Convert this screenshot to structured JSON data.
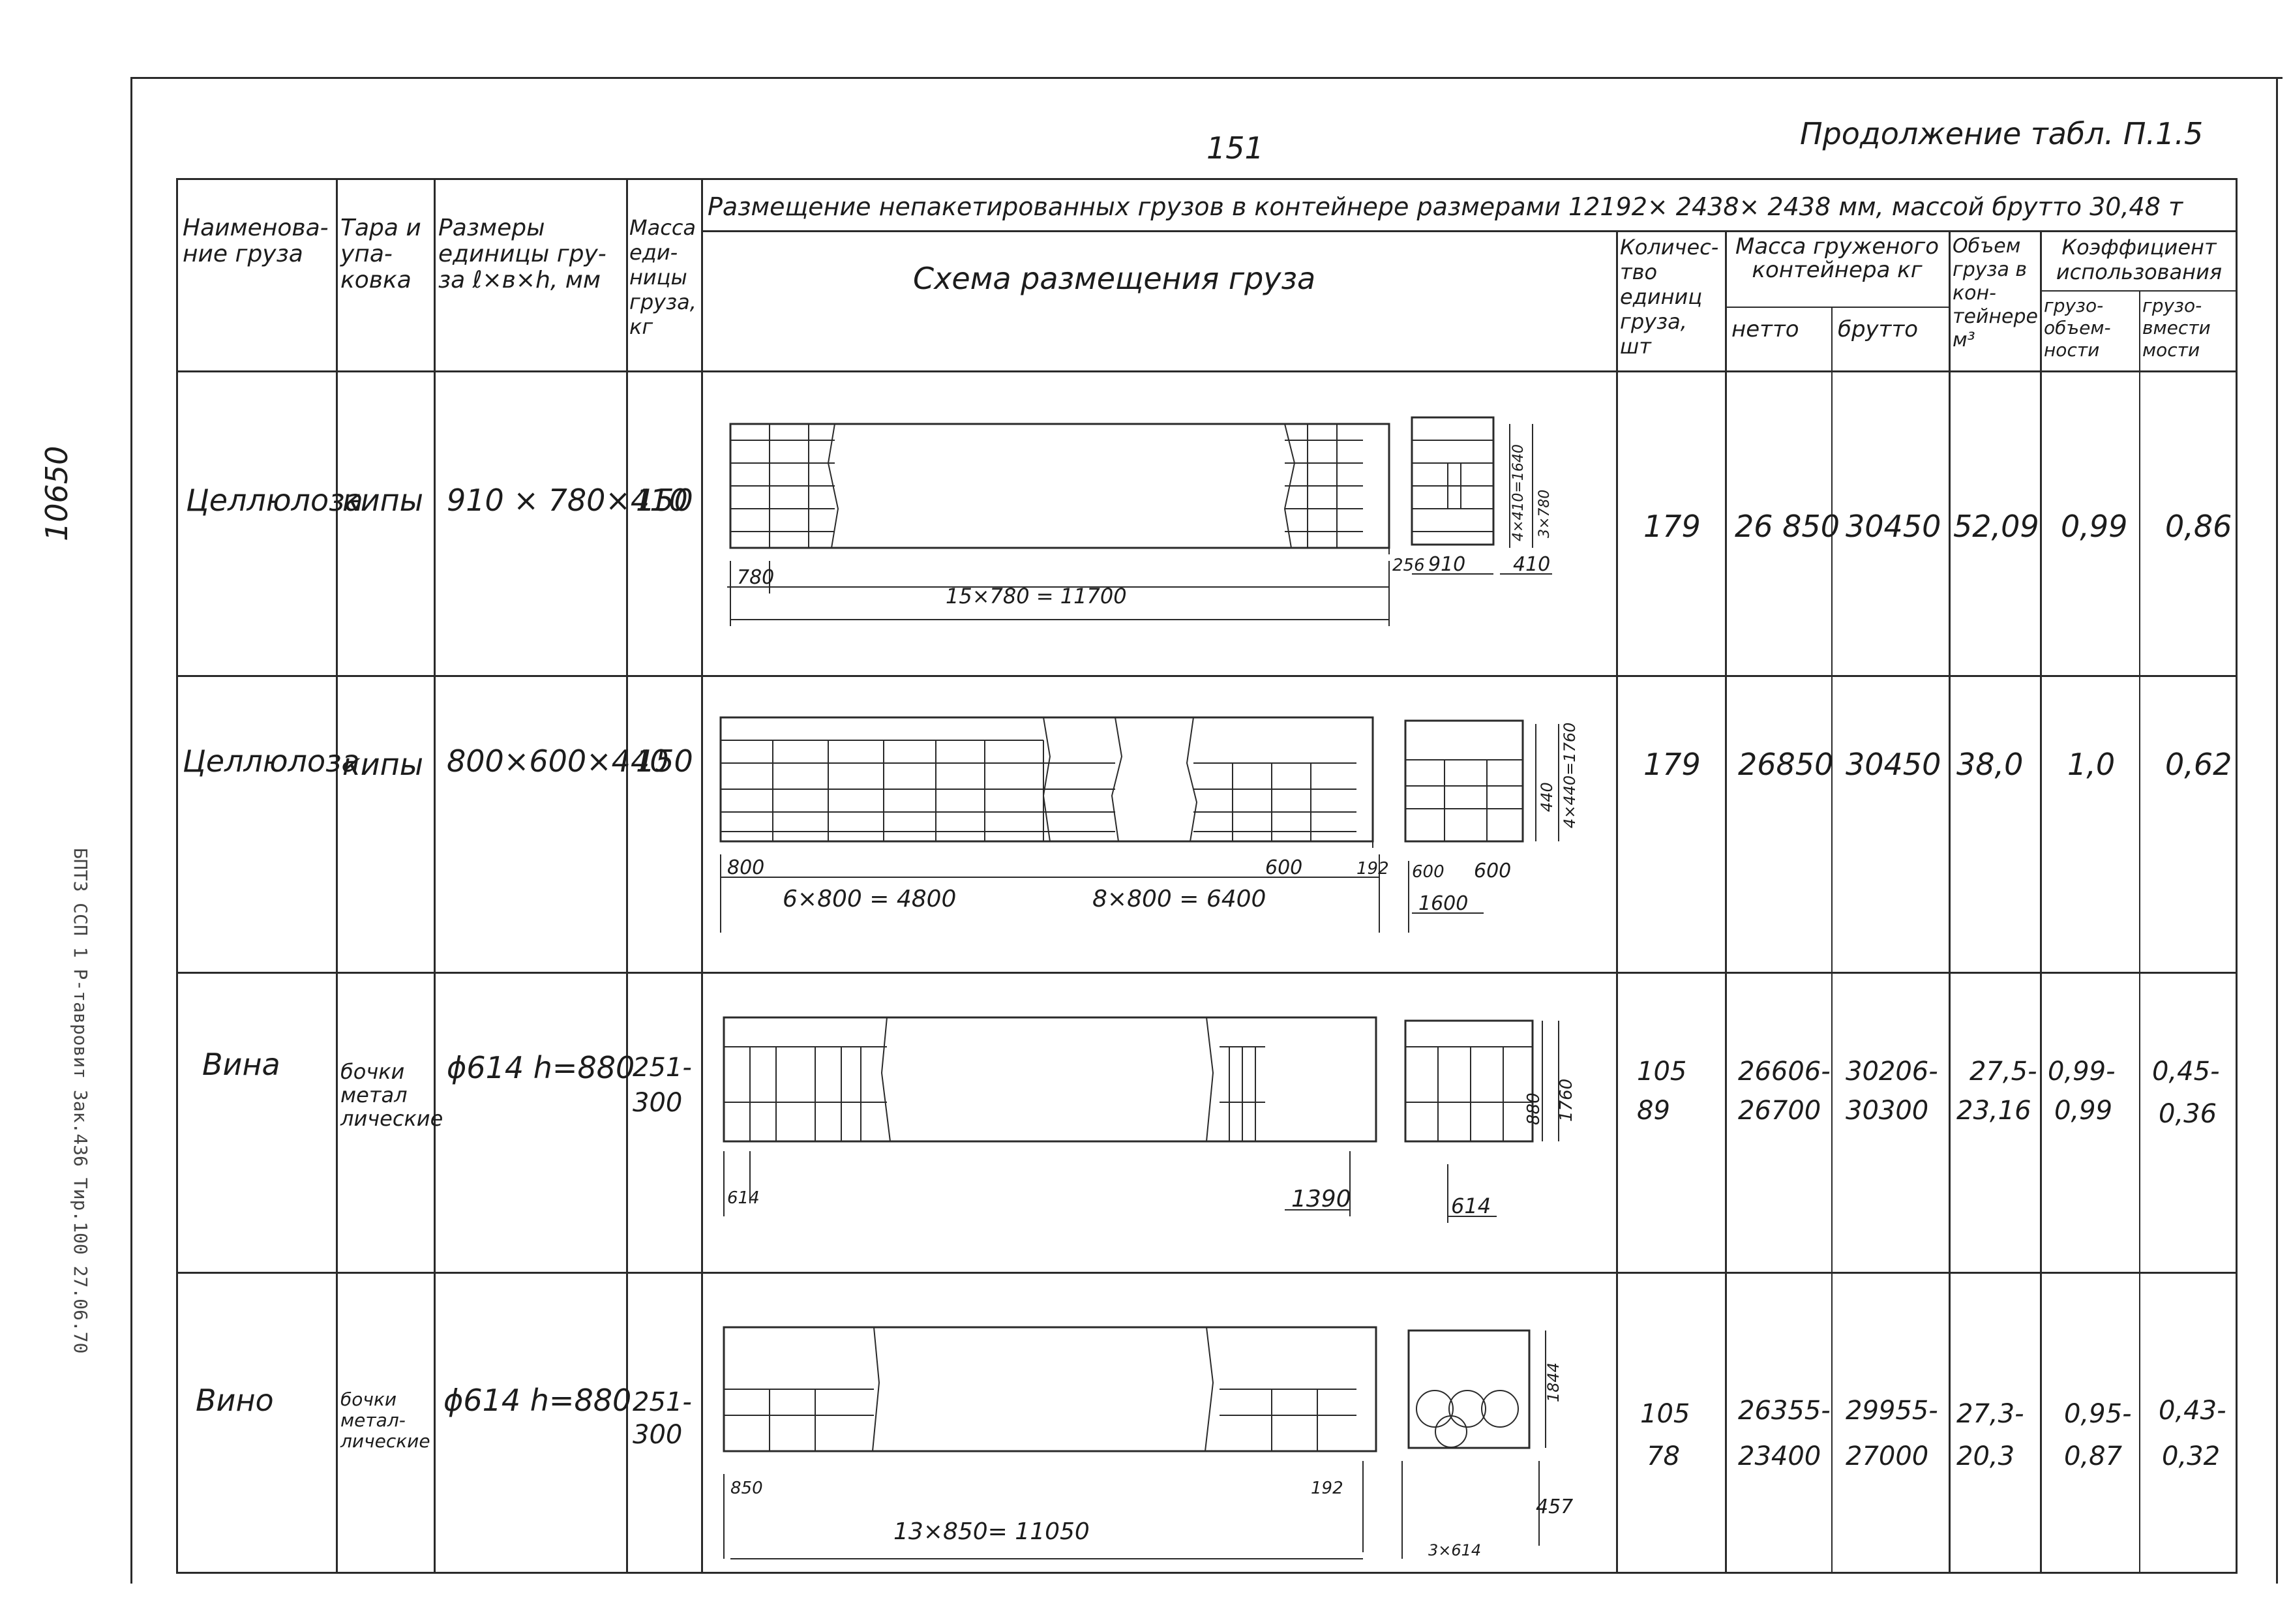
{
  "page": {
    "number": "151",
    "continuation": "Продолжение табл. П.1.5",
    "margin_left_number": "10650",
    "margin_left_stamp": "БПТЗ ССП 1 Р-тавровит Зак.436 Тир.100 27.06.70"
  },
  "table": {
    "header": {
      "col_name": "Наименова- ние груза",
      "col_pack": "Тара и упа- ковка",
      "col_dims": "Размеры единицы гру- за ℓ×в×h, мм",
      "col_mass": "Масса еди- ницы груза, кг",
      "span_title": "Размещение непакетированных грузов в контейнере размерами 12192× 2438× 2438 мм, массой брутто 30,48 т",
      "scheme": "Схема размещения груза",
      "col_count": "Количес- тво единиц груза, шт",
      "col_loaded_mass": "Масса груженого контейнера кг",
      "col_net": "нетто",
      "col_gross": "брутто",
      "col_volume": "Объем груза в кон- тейнере м³",
      "col_coef": "Коэффициент использования",
      "col_coef_vol": "грузо- объем- ности",
      "col_coef_cap": "грузо- вмести мости"
    },
    "rows": [
      {
        "name": "Целлюлоза",
        "pack": "кипы",
        "dims": "910 × 780×410",
        "mass": "150",
        "count": "179",
        "net": "26 850",
        "gross": "30450",
        "volume": "52,09",
        "coef_vol": "0,99",
        "coef_cap": "0,86",
        "scheme_labels": [
          "780",
          "15×780 = 11700",
          "256",
          "910",
          "410",
          "4×410=1640",
          "3×780"
        ]
      },
      {
        "name": "Целлюлоза",
        "pack": "кипы",
        "dims": "800×600×440",
        "mass": "150",
        "count": "179",
        "net": "26850",
        "gross": "30450",
        "volume": "38,0",
        "coef_vol": "1,0",
        "coef_cap": "0,62",
        "scheme_labels": [
          "800",
          "6×800 = 4800",
          "8×800 = 6400",
          "600",
          "192",
          "600",
          "600",
          "1600",
          "440",
          "4×440=1760"
        ]
      },
      {
        "name": "Вина",
        "pack": "бочки метал лические",
        "dims": "ϕ614 h=880",
        "mass": "251- 300",
        "count_a": "105",
        "count_b": "89",
        "net_a": "26606-",
        "net_b": "26700",
        "gross_a": "30206-",
        "gross_b": "30300",
        "volume_a": "27,5-",
        "volume_b": "23,16",
        "coef_vol_a": "0,99-",
        "coef_vol_b": "0,99",
        "coef_cap_a": "0,45-",
        "coef_cap_b": "0,36",
        "scheme_labels": [
          "614",
          "1390",
          "614",
          "880",
          "1760"
        ]
      },
      {
        "name": "Вино",
        "pack": "бочки метал- лические",
        "dims": "ϕ614 h=880",
        "mass": "251- 300",
        "count_a": "105",
        "count_b": "78",
        "net_a": "26355-",
        "net_b": "23400",
        "gross_a": "29955-",
        "gross_b": "27000",
        "volume_a": "27,3-",
        "volume_b": "20,3",
        "coef_vol_a": "0,95-",
        "coef_vol_b": "0,87",
        "coef_cap_a": "0,43-",
        "coef_cap_b": "0,32",
        "scheme_labels": [
          "850",
          "13×850= 11050",
          "192",
          "3×614",
          "457",
          "1844"
        ]
      }
    ]
  }
}
